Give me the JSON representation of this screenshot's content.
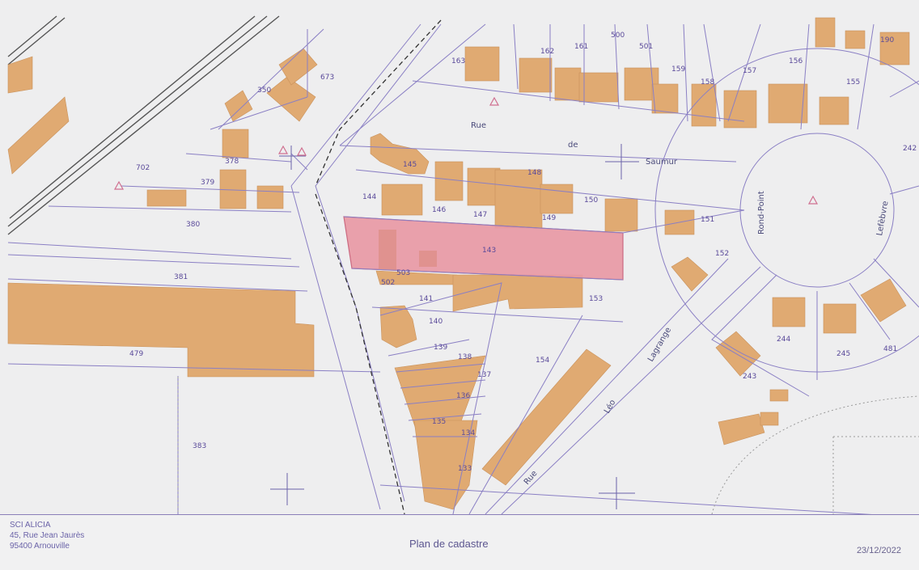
{
  "map": {
    "title": "Plan de cadastre",
    "date": "23/12/2022",
    "owner": {
      "name": "SCI ALICIA",
      "address_line1": "45, Rue Jean Jaurès",
      "address_line2": "95400 Arnouville"
    },
    "streets": {
      "rue": "Rue",
      "de": "de",
      "saumur": "Saumur",
      "rond_point": "Rond-Point",
      "lefebvre": "Lefèbvre",
      "lagrange": "Lagrange",
      "leo": "Léo",
      "rue_lower": "Rue"
    },
    "parcels": [
      "163",
      "162",
      "161",
      "500",
      "501",
      "159",
      "158",
      "157",
      "156",
      "155",
      "190",
      "242",
      "350",
      "673",
      "702",
      "378",
      "379",
      "380",
      "381",
      "479",
      "383",
      "145",
      "144",
      "146",
      "147",
      "148",
      "149",
      "150",
      "151",
      "152",
      "143",
      "503",
      "502",
      "141",
      "140",
      "139",
      "138",
      "137",
      "136",
      "135",
      "134",
      "133",
      "153",
      "154",
      "244",
      "245",
      "481",
      "243"
    ],
    "highlighted_parcel": "143",
    "colors": {
      "building": "#e0aa72",
      "highlight": "#e99aa6",
      "lines": "#8a7fc4",
      "background": "#eeeeef"
    }
  }
}
